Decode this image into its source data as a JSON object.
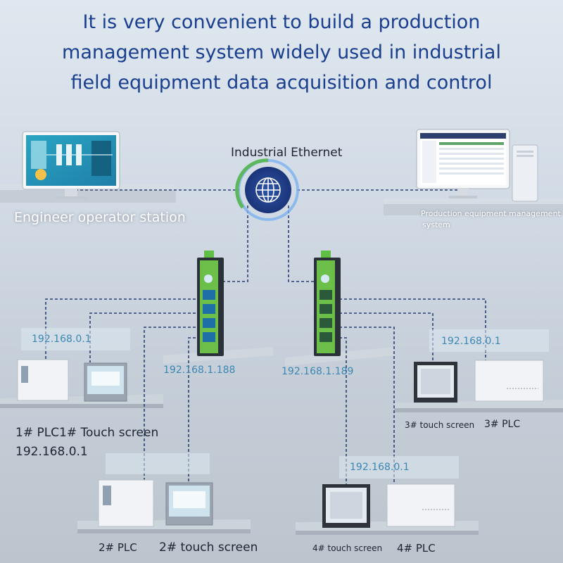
{
  "title": {
    "line1": "It is very convenient to build a production",
    "line2": "management system widely used in industrial",
    "line3": "field equipment data acquisition and control"
  },
  "network": {
    "label": "Industrial Ethernet",
    "icon": "globe-icon"
  },
  "stations": {
    "engineer": "Engineer operator station",
    "production_line1": "Production equipment management",
    "production_line2": "system"
  },
  "switches": {
    "left_ip": "192.168.1.188",
    "right_ip": "192.168.1.189"
  },
  "groups": {
    "g1": {
      "ip": "192.168.0.1",
      "label": "1# PLC1# Touch screen",
      "ip2": "192.168.0.1"
    },
    "g2": {
      "plc": "2# PLC",
      "touch": "2# touch screen"
    },
    "g3": {
      "ip": "192.168.0.1",
      "touch": "3# touch screen",
      "plc": "3# PLC"
    },
    "g4": {
      "ip": "192.168.0.1",
      "touch": "4# touch screen",
      "plc": "4# PLC"
    }
  },
  "colors": {
    "title": "#1b3f8f",
    "link": "#2a3f73",
    "switch_green": "#6cc04a",
    "switch_body": "#2b3138",
    "ip_text": "#3c87b2"
  }
}
